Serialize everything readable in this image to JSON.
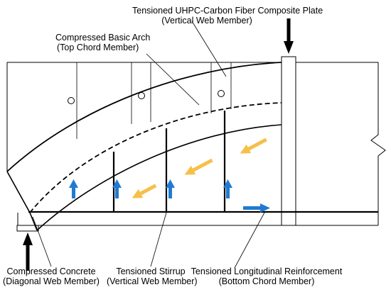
{
  "labels": {
    "plate_title": "Tensioned UHPC-Carbon Fiber Composite Plate",
    "plate_sub": "(Vertical Web Member)",
    "arch_title": "Compressed Basic Arch",
    "arch_sub": "(Top Chord Member)",
    "concrete_title": "Compressed Concrete",
    "concrete_sub": "(Diagonal Web Member)",
    "stirrup_title": "Tensioned Stirrup",
    "stirrup_sub": "(Vertical Web Member)",
    "long_title": "Tensioned Longitudinal Reinforcement",
    "long_sub": "(Bottom Chord Member)"
  },
  "colors": {
    "line": "#000000",
    "tension_arrow": "#1f7bd1",
    "compression_arrow": "#f5c04a"
  }
}
